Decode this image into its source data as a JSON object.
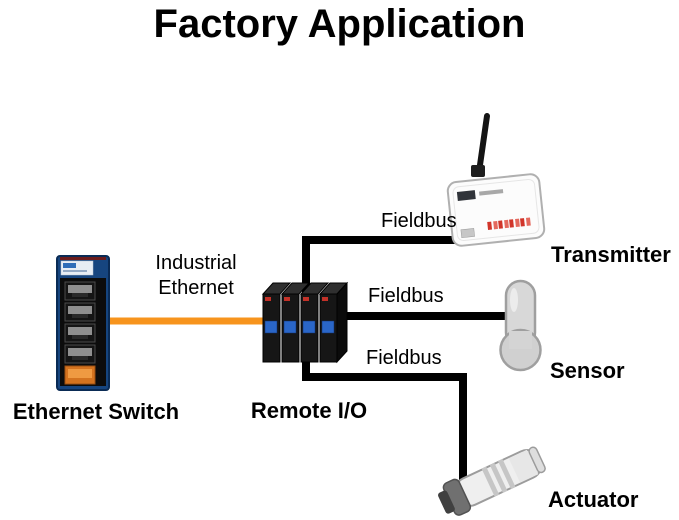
{
  "title": "Factory Application",
  "connections": {
    "industrial_ethernet": {
      "label_line1": "Industrial",
      "label_line2": "Ethernet",
      "color": "#F7941D"
    },
    "fieldbus_transmitter": {
      "label": "Fieldbus",
      "color": "#000000"
    },
    "fieldbus_sensor": {
      "label": "Fieldbus",
      "color": "#000000"
    },
    "fieldbus_actuator": {
      "label": "Fieldbus",
      "color": "#000000"
    }
  },
  "devices": {
    "ethernet_switch": {
      "label": "Ethernet Switch"
    },
    "remote_io": {
      "label": "Remote I/O"
    },
    "transmitter": {
      "label": "Transmitter"
    },
    "sensor": {
      "label": "Sensor"
    },
    "actuator": {
      "label": "Actuator"
    }
  }
}
